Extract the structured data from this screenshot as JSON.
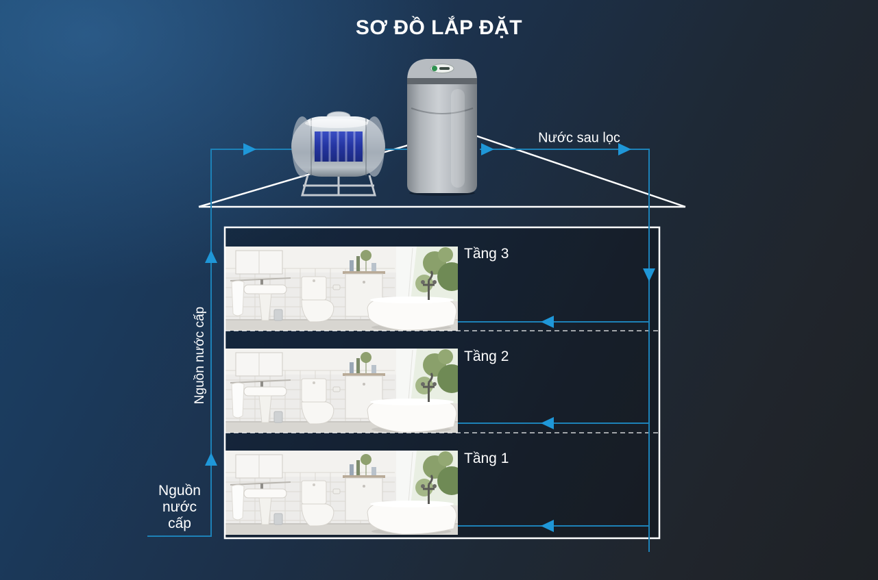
{
  "title": "SƠ ĐỒ LẮP ĐẶT",
  "labels": {
    "filtered_water": "Nước sau lọc",
    "supply_left_vertical": "Nguồn nước cấp",
    "supply_bottom_lines": [
      "Nguồn",
      "nước",
      "cấp"
    ]
  },
  "floors": [
    {
      "label": "Tầng 3"
    },
    {
      "label": "Tầng 2"
    },
    {
      "label": "Tầng 1"
    }
  ],
  "equipment": {
    "water_tank": "stainless-horizontal-water-tank",
    "water_softener": "whole-house-water-softener-cabinet",
    "softener_brand": "brand-logo-oval"
  },
  "colors": {
    "accent_arrow": "#1f97d8",
    "pipe_line": "#1d82b8",
    "outline_white": "#ffffff",
    "bg_top_left": "#1a4369",
    "bg_bottom_right": "#1e2125"
  }
}
